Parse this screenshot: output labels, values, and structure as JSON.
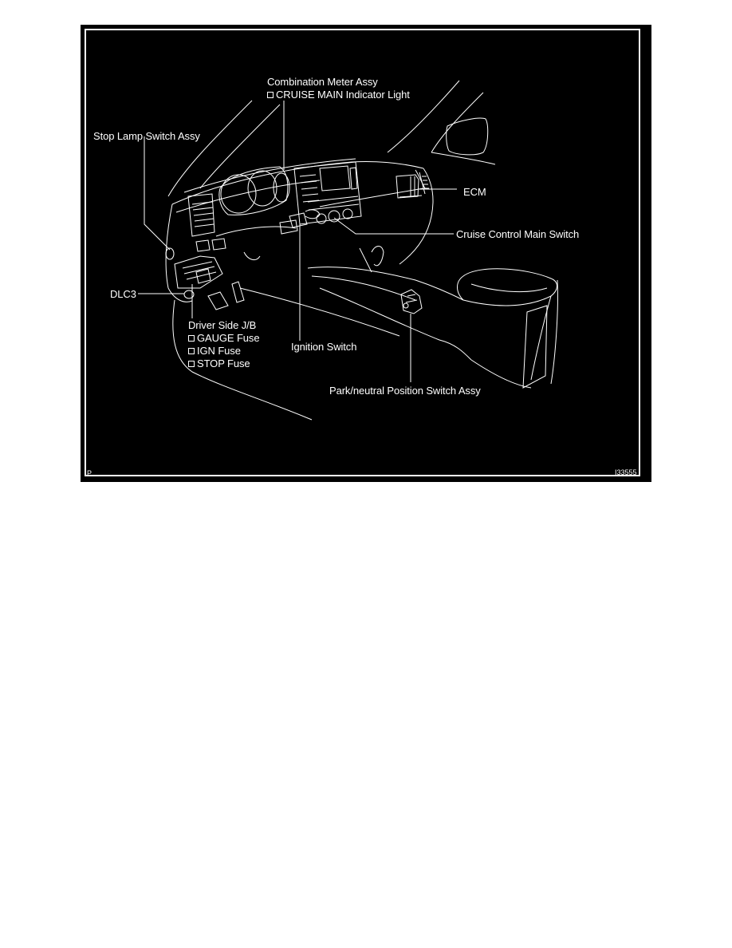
{
  "figure": {
    "background": "#000000",
    "line_color": "#ffffff",
    "corner_left": "P",
    "corner_right": "I33555"
  },
  "labels": {
    "combination_meter": {
      "title": "Combination Meter Assy",
      "items": [
        "CRUISE MAIN Indicator Light"
      ]
    },
    "stop_lamp_switch": {
      "title": "Stop Lamp Switch Assy"
    },
    "ecm": {
      "title": "ECM"
    },
    "cruise_control_main_switch": {
      "title": "Cruise Control Main Switch"
    },
    "dlc3": {
      "title": "DLC3"
    },
    "driver_side_jb": {
      "title": "Driver Side J/B",
      "items": [
        "GAUGE Fuse",
        "IGN Fuse",
        "STOP Fuse"
      ]
    },
    "ignition_switch": {
      "title": "Ignition Switch"
    },
    "park_neutral_switch": {
      "title": "Park/neutral Position Switch Assy"
    }
  }
}
